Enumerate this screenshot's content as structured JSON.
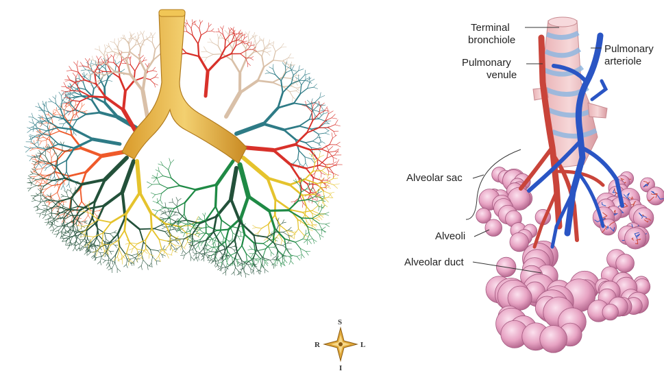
{
  "panels": {
    "left": {
      "description_hidden": true
    },
    "right": {
      "description_hidden": true
    }
  },
  "compass": {
    "north": "S",
    "south": "I",
    "west": "R",
    "east": "L"
  },
  "labels": {
    "terminal_bronchiole_line1": "Terminal",
    "terminal_bronchiole_line2": "bronchiole",
    "pulmonary_venule_line1": "Pulmonary",
    "pulmonary_venule_line2": "venule",
    "pulmonary_arteriole_line1": "Pulmonary",
    "pulmonary_arteriole_line2": "arteriole",
    "alveolar_sac": "Alveolar sac",
    "alveoli": "Alveoli",
    "alveolar_duct": "Alveolar duct"
  },
  "colors": {
    "trachea": "#e7b84a",
    "red_segment": "#d8312a",
    "orange_segment": "#ef5a2a",
    "teal_segment": "#2e7b86",
    "dark_green_segment": "#23513a",
    "green_segment": "#1f8a45",
    "yellow_segment": "#e5c32d",
    "pale_segment": "#d9c0a8",
    "artery_blue": "#2a55c4",
    "vein_red": "#c9443a",
    "alveoli_pink": "#e9a6c6",
    "bronchiole_blue": "#9ec3e6"
  }
}
